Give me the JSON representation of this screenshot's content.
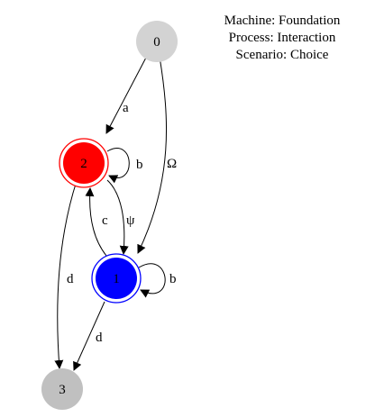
{
  "info": {
    "machine": "Machine: Foundation",
    "process": "Process: Interaction",
    "scenario": "Scenario: Choice"
  },
  "nodes": {
    "n0": {
      "label": "0",
      "fill": "#d3d3d3",
      "stroke": "#d3d3d3"
    },
    "n2": {
      "label": "2",
      "fill": "#ff0000",
      "stroke": "#ff0000"
    },
    "n1": {
      "label": "1",
      "fill": "#0000ff",
      "stroke": "#0000ff"
    },
    "n3": {
      "label": "3",
      "fill": "#c0c0c0",
      "stroke": "#c0c0c0"
    }
  },
  "edges": {
    "e0_2": {
      "from": "0",
      "to": "2",
      "label": "a"
    },
    "e0_1": {
      "from": "0",
      "to": "1",
      "label": "Ω"
    },
    "e2_2": {
      "from": "2",
      "to": "2",
      "label": "b"
    },
    "e2_1": {
      "from": "2",
      "to": "1",
      "label": "ψ"
    },
    "e1_2": {
      "from": "1",
      "to": "2",
      "label": "c"
    },
    "e1_1": {
      "from": "1",
      "to": "1",
      "label": "b"
    },
    "e2_3": {
      "from": "2",
      "to": "3",
      "label": "d"
    },
    "e1_3": {
      "from": "1",
      "to": "3",
      "label": "d"
    }
  },
  "colors": {
    "edge": "#000000"
  }
}
